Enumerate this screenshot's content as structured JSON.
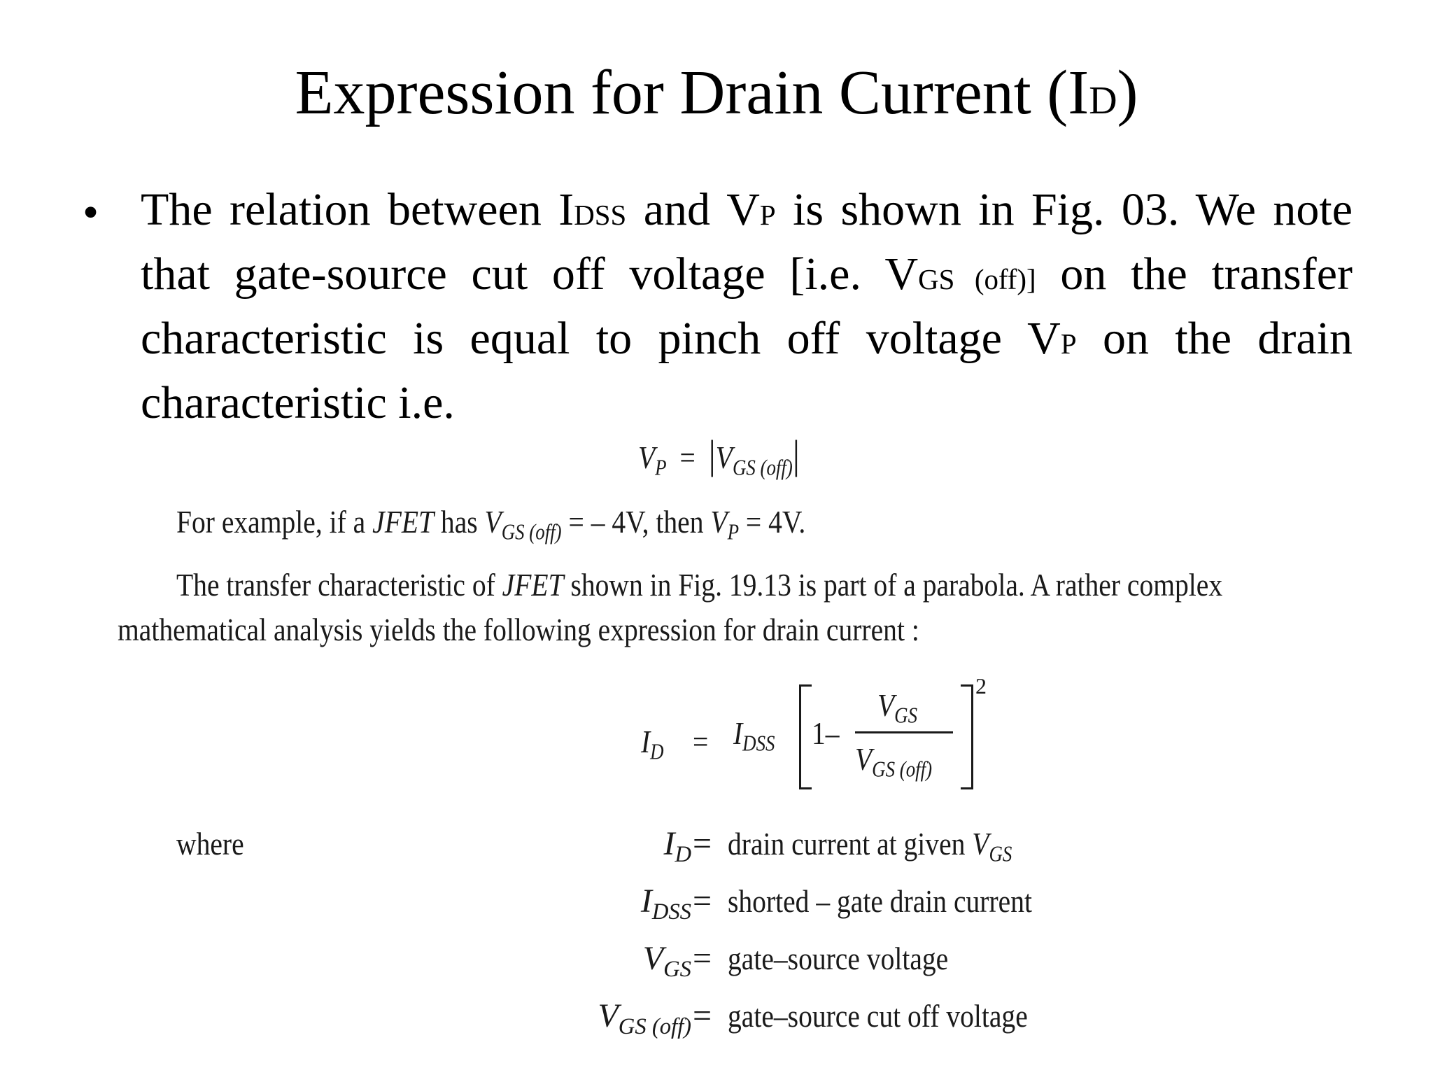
{
  "title": {
    "main": "Expression for Drain Current (I",
    "sub": "D",
    "close": ")"
  },
  "bullet": {
    "p1": "The relation between I",
    "s1": "DSS",
    "p2": " and V",
    "s2": "P",
    "p3": " is shown in Fig. 03. We note that gate-source cut off voltage [i.e. V",
    "s3": "GS (off)]",
    "p4": " on the transfer characteristic is equal to pinch off voltage V",
    "s4": "P",
    "p5": " on the drain characteristic i.e."
  },
  "eq1": {
    "lhs": "V",
    "lhs_sub": "P",
    "equals": "=",
    "rhs": "V",
    "rhs_sub": "GS (off)"
  },
  "example": {
    "a": "For example, if a ",
    "jfet": "JFET",
    "b": " has ",
    "v": "V",
    "v_sub": "GS (off)",
    "c": " = – 4V, then ",
    "vp": "V",
    "vp_sub": "P",
    "d": " = 4V."
  },
  "paragraph": {
    "line1_a": "The transfer characteristic of ",
    "line1_jfet": "JFET",
    "line1_b": " shown in Fig. 19.13 is part of a parabola.  A rather complex",
    "line2": "mathematical analysis yields the following expression for drain current :"
  },
  "eq2": {
    "id": "I",
    "id_sub": "D",
    "equals": "=",
    "idss": "I",
    "idss_sub": "DSS",
    "one": "1",
    "minus": "–",
    "num": "V",
    "num_sub": "GS",
    "den": "V",
    "den_sub": "GS (off)",
    "power": "2"
  },
  "where_label": "where",
  "definitions": [
    {
      "sym": "I",
      "sub": "D",
      "eq": "=",
      "desc": "drain current at given ",
      "desc_sym": "V",
      "desc_sub": "GS"
    },
    {
      "sym": "I",
      "sub": "DSS",
      "eq": "=",
      "desc": "shorted – gate drain current"
    },
    {
      "sym": "V",
      "sub": "GS",
      "eq": "=",
      "desc": "gate–source voltage"
    },
    {
      "sym": "V",
      "sub": "GS (off)",
      "eq": "=",
      "desc": "gate–source cut off voltage"
    }
  ]
}
